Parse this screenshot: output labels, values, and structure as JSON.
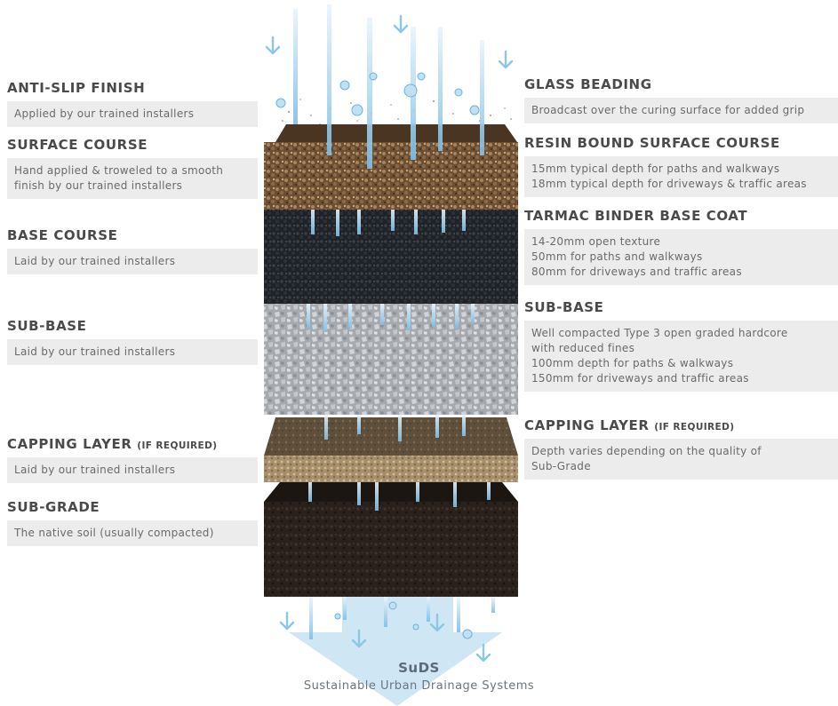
{
  "left_labels": [
    {
      "title": "ANTI-SLIP FINISH",
      "title_small": "",
      "lines": [
        "Applied by our trained installers"
      ]
    },
    {
      "title": "SURFACE COURSE",
      "title_small": "",
      "lines": [
        "Hand applied & troweled to a smooth",
        "finish by our trained installers"
      ]
    },
    {
      "title": "BASE COURSE",
      "title_small": "",
      "lines": [
        "Laid by our trained installers"
      ]
    },
    {
      "title": "SUB-BASE",
      "title_small": "",
      "lines": [
        "Laid by our trained installers"
      ]
    },
    {
      "title": "CAPPING LAYER",
      "title_small": "(IF REQUIRED)",
      "lines": [
        "Laid by our trained installers"
      ]
    },
    {
      "title": "SUB-GRADE",
      "title_small": "",
      "lines": [
        "The native soil (usually compacted)"
      ]
    }
  ],
  "right_labels": [
    {
      "title": "GLASS BEADING",
      "title_small": "",
      "lines": [
        "Broadcast over the curing surface for added grip"
      ]
    },
    {
      "title": "RESIN BOUND SURFACE COURSE",
      "title_small": "",
      "lines": [
        "15mm typical depth for paths and walkways",
        "18mm typical depth for driveways & traffic areas"
      ]
    },
    {
      "title": "TARMAC BINDER BASE COAT",
      "title_small": "",
      "lines": [
        "14-20mm open texture",
        "50mm for paths and walkways",
        "80mm for driveways and traffic areas"
      ]
    },
    {
      "title": "SUB-BASE",
      "title_small": "",
      "lines": [
        "Well compacted Type 3 open graded hardcore",
        "with reduced fines",
        "100mm depth for paths & walkways",
        "150mm for driveways and traffic areas"
      ]
    },
    {
      "title": "CAPPING LAYER",
      "title_small": "(IF REQUIRED)",
      "lines": [
        "Depth varies depending on the quality of",
        "Sub-Grade"
      ]
    }
  ],
  "suds": {
    "title": "SuDS",
    "subtitle": "Sustainable Urban Drainage Systems"
  },
  "colors": {
    "resin": "#7a5a3a",
    "tarmac": "#2a2d33",
    "subbase": "#b9bcbf",
    "capping_top": "#6b5a42",
    "capping_front": "#b09a78",
    "subgrade": "#2e2520",
    "water": "#9fd0ec",
    "arrow": "#cfe6f4"
  },
  "icons": [
    "water-drop-icon",
    "down-arrow-icon"
  ]
}
